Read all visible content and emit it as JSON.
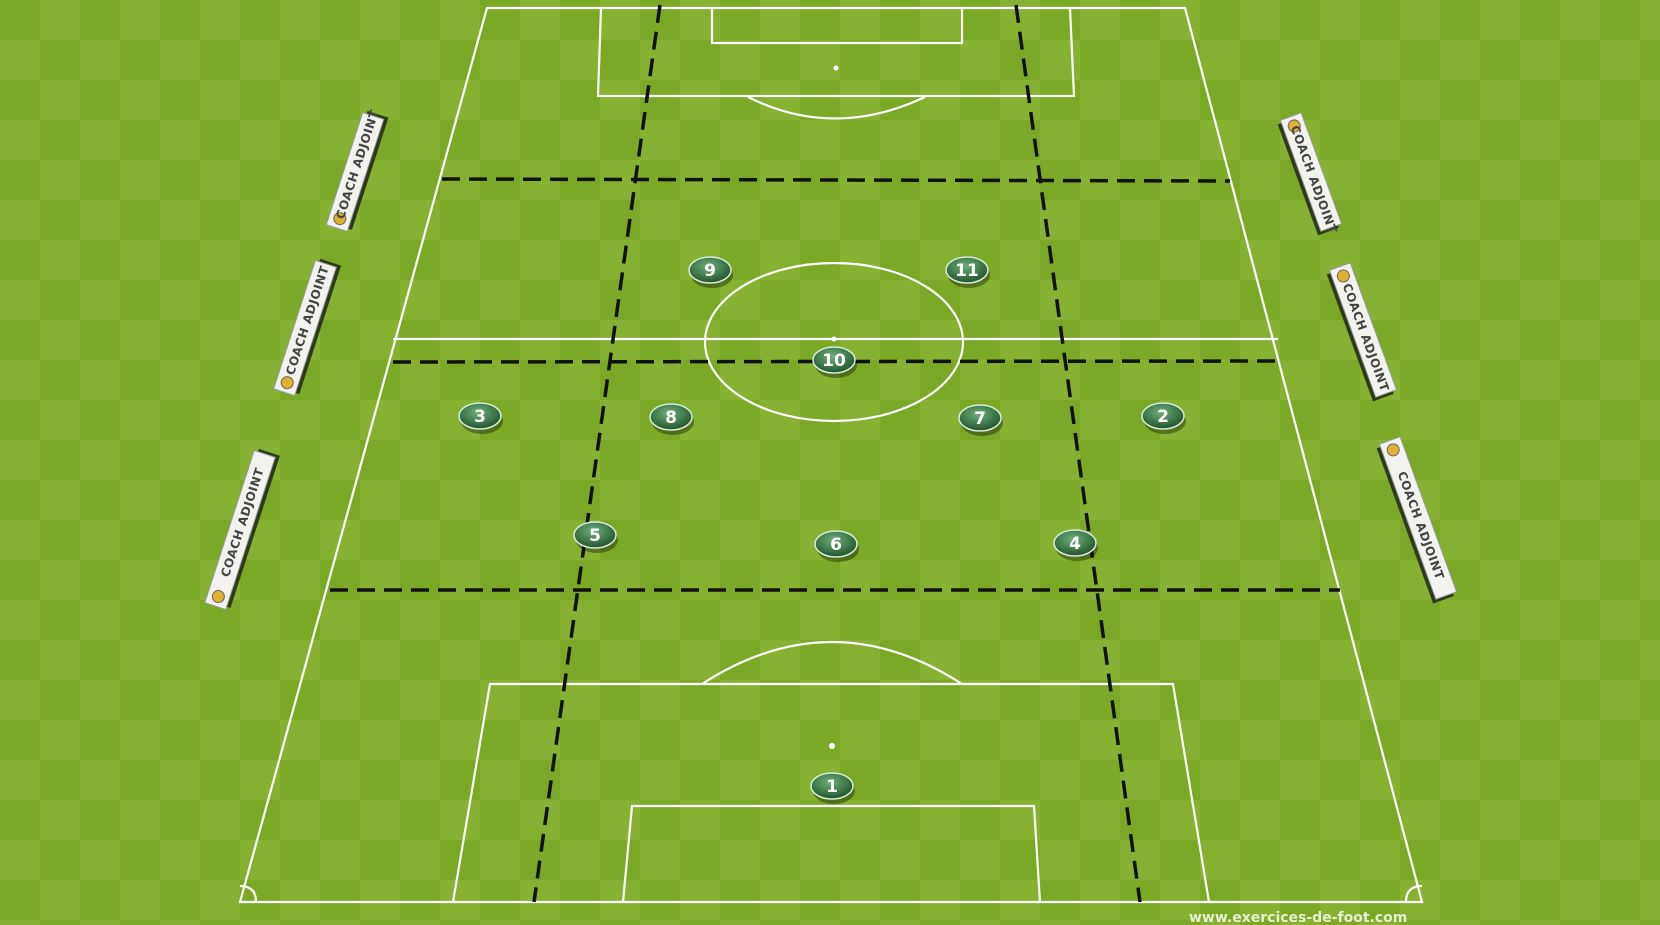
{
  "diagram": {
    "colors": {
      "grass_light": "#8fb83a",
      "grass_dark": "#7aa52a",
      "lines": "#ffffff",
      "zone_lines": "#111111",
      "player_fill": "#3f7a4c"
    },
    "banners": [
      {
        "id": "left-1",
        "text": "COACH ADJOINT"
      },
      {
        "id": "left-2",
        "text": "COACH ADJOINT"
      },
      {
        "id": "left-3",
        "text": "COACH ADJOINT"
      },
      {
        "id": "right-1",
        "text": "COACH ADJOINT"
      },
      {
        "id": "right-2",
        "text": "COACH ADJOINT"
      },
      {
        "id": "right-3",
        "text": "COACH ADJOINT"
      }
    ],
    "players": [
      "1",
      "2",
      "3",
      "4",
      "5",
      "6",
      "7",
      "8",
      "9",
      "10",
      "11"
    ],
    "watermark": "www.exercices-de-foot.com"
  }
}
